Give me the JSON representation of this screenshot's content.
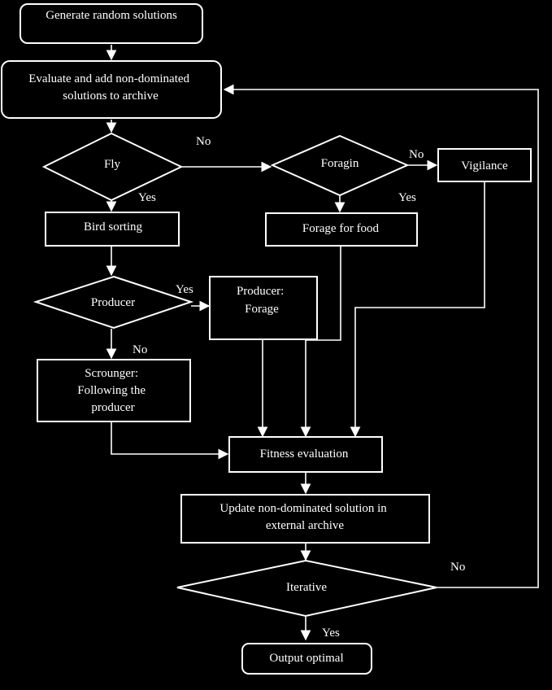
{
  "nodes": {
    "generate": {
      "lines": [
        "Generate random solutions"
      ]
    },
    "evaluate": {
      "lines": [
        "Evaluate and add non-dominated",
        "solutions to archive"
      ]
    },
    "fly": {
      "lines": [
        "Fly"
      ]
    },
    "foragin": {
      "lines": [
        "Foragin"
      ]
    },
    "vigilance": {
      "lines": [
        "Vigilance"
      ]
    },
    "bird_sorting": {
      "lines": [
        "Bird sorting"
      ]
    },
    "forage_food": {
      "lines": [
        "Forage for food"
      ]
    },
    "producer": {
      "lines": [
        "Producer"
      ]
    },
    "producer_forage": {
      "lines": [
        "Producer:",
        "Forage"
      ]
    },
    "scrounger": {
      "lines": [
        "Scrounger:",
        "Following the",
        "producer"
      ]
    },
    "fitness": {
      "lines": [
        "Fitness evaluation"
      ]
    },
    "update": {
      "lines": [
        "Update non-dominated solution in",
        "external archive"
      ]
    },
    "iterative": {
      "lines": [
        "Iterative"
      ]
    },
    "output": {
      "lines": [
        "Output optimal"
      ]
    }
  },
  "edge_labels": {
    "fly_no": "No",
    "fly_yes": "Yes",
    "foragin_no": "No",
    "foragin_yes": "Yes",
    "producer_yes": "Yes",
    "producer_no": "No",
    "iterative_no": "No",
    "iterative_yes": "Yes"
  },
  "colors": {
    "background": "#000000",
    "stroke": "#ffffff",
    "text": "#ffffff"
  }
}
